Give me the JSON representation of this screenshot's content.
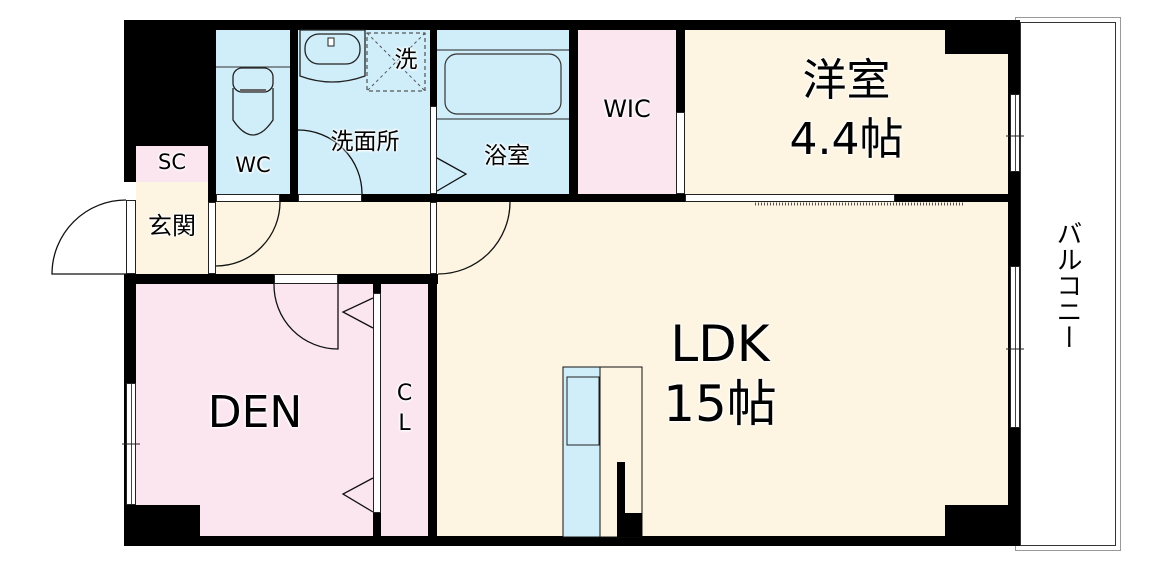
{
  "floorplan": {
    "rooms": {
      "sc": {
        "label": "SC",
        "color": "#fbe6ef"
      },
      "genkan": {
        "label": "玄関",
        "color": "#fdf5e2"
      },
      "wc": {
        "label": "WC",
        "color": "#d0eefa"
      },
      "senmenjo": {
        "label": "洗面所",
        "color": "#d0eefa"
      },
      "washer": {
        "label": "洗",
        "color": "#d0eefa"
      },
      "bath": {
        "label": "浴室",
        "color": "#d0eefa"
      },
      "wic": {
        "label": "WIC",
        "color": "#fbe6ef"
      },
      "yoshitsu": {
        "label": "洋室",
        "size": "4.4帖",
        "color": "#fdf5e2"
      },
      "den": {
        "label": "DEN",
        "color": "#fbe6ef"
      },
      "closet": {
        "label_line1": "C",
        "label_line2": "L",
        "color": "#fbe6ef"
      },
      "ldk": {
        "label": "LDK",
        "size": "15帖",
        "color": "#fdf5e2"
      },
      "balcony": {
        "label": "バルコニー",
        "color": "#ffffff"
      }
    },
    "icons": [
      "toilet-icon",
      "sink-icon",
      "washing-machine-space-icon",
      "bathtub-icon",
      "refrigerator-icon"
    ],
    "wall_color": "#000000"
  }
}
